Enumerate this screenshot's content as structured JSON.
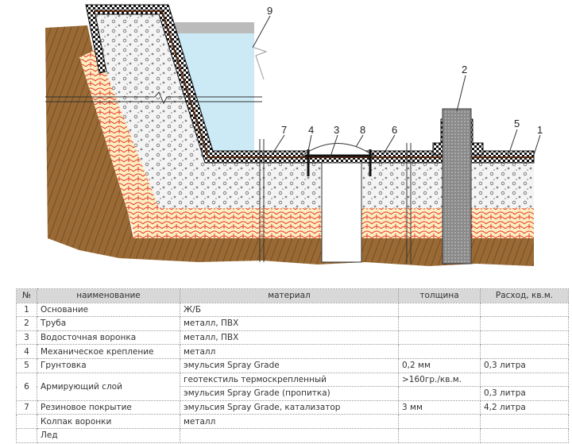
{
  "diagram": {
    "callouts": [
      "1",
      "2",
      "3",
      "4",
      "5",
      "6",
      "7",
      "8",
      "9"
    ],
    "colors": {
      "soil": "#9a6a35",
      "insulation": "#fbeec0",
      "insulation_lines": "#e8342a",
      "gravel": "#f2f2f2",
      "water": "#cbeaf6",
      "pipe": "#888888"
    }
  },
  "table": {
    "headers": [
      "№",
      "наименование",
      "материал",
      "толщина",
      "Расход, кв.м."
    ],
    "rows": [
      {
        "n": "1",
        "name": "Основание",
        "material": "Ж/Б",
        "thickness": "",
        "rate": ""
      },
      {
        "n": "2",
        "name": "Труба",
        "material": "металл, ПВХ",
        "thickness": "",
        "rate": ""
      },
      {
        "n": "3",
        "name": "Водосточная воронка",
        "material": "металл, ПВХ",
        "thickness": "",
        "rate": ""
      },
      {
        "n": "4",
        "name": "Механическое крепление",
        "material": "металл",
        "thickness": "",
        "rate": ""
      },
      {
        "n": "5",
        "name": "Грунтовка",
        "material": "эмульсия Spray Grade",
        "thickness": "0,2 мм",
        "rate": "0,3 литра"
      },
      {
        "n": "6",
        "name": "Армирующий слой",
        "material": "геотекстиль термоскрепленный",
        "thickness": ">160гр./кв.м.",
        "rate": "",
        "material2": "эмульсия Spray Grade (пропитка)",
        "thickness2": "",
        "rate2": "0,3 литра"
      },
      {
        "n": "7",
        "name": "Резиновое покрытие",
        "material": "эмульсия Spray Grade, катализатор",
        "thickness": "3 мм",
        "rate": "4,2 литра"
      },
      {
        "n": "",
        "name": "Колпак воронки",
        "material": "металл",
        "thickness": "",
        "rate": ""
      },
      {
        "n": "",
        "name": "Лед",
        "material": "",
        "thickness": "",
        "rate": ""
      }
    ]
  }
}
